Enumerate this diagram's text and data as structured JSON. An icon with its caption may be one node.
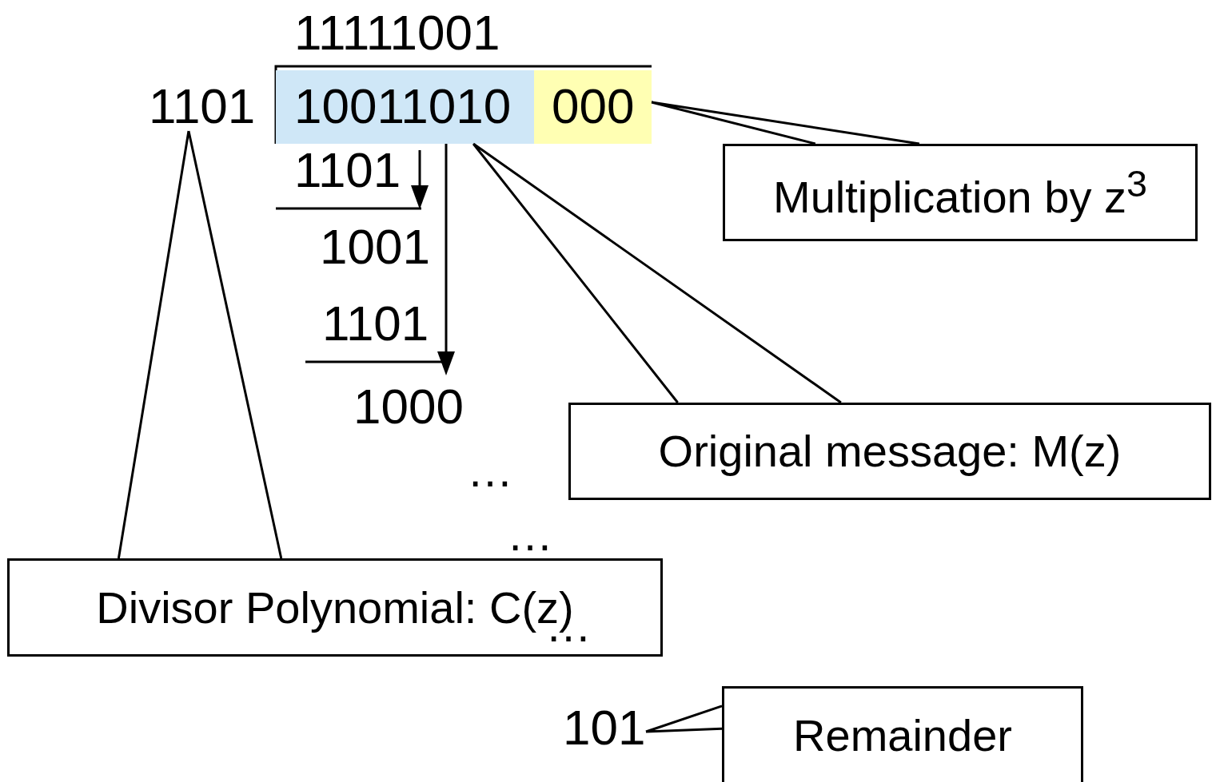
{
  "diagram": {
    "nodes": [
      {
        "text": [
          "1101"
        ]
      },
      {
        "text": [
          "10011010"
        ]
      },
      {
        "text": [
          "000"
        ]
      },
      {
        "text": [
          "Multiplication by z$^{3}$"
        ]
      },
      {
        "text": [
          "Original message: M(z)"
        ]
      },
      {
        "text": [
          "Divisor Polynomial: C(z)"
        ]
      },
      {
        "text": [
          "101"
        ]
      },
      {
        "text": [
          "Remainder"
        ]
      }
    ],
    "edges": [
      {
        "from": 3,
        "to": 2,
        "arrow": "none"
      },
      {
        "from": 4,
        "to": 1,
        "arrow": "none"
      },
      {
        "from": 5,
        "to": 0,
        "arrow": "none"
      },
      {
        "from": 7,
        "to": 6,
        "arrow": "none"
      }
    ],
    "labels": [
      "11111001",
      "1101",
      "1001",
      "1101",
      "1000",
      "…",
      "…",
      "…"
    ]
  }
}
